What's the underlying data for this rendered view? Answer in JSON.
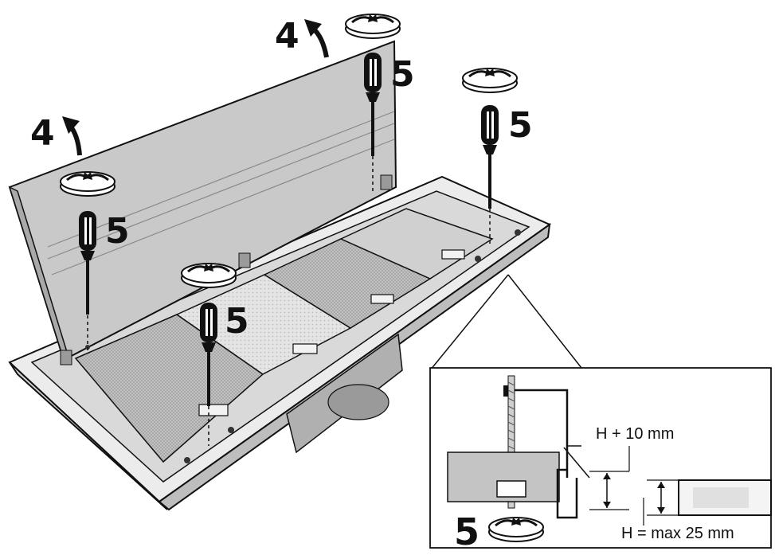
{
  "labels": {
    "step_remove": "4",
    "step_screw": "5"
  },
  "detail": {
    "dimension_top": "H + 10 mm",
    "dimension_bottom": "H = max 25 mm"
  },
  "colors": {
    "line": "#111111",
    "panel": "#c9c9c9",
    "panel_dark": "#a9a9a9",
    "frame": "#e6e6e6",
    "filter": "#bdbdbd"
  },
  "icons": [
    "rotate-arrow-icon",
    "screwdriver-icon",
    "lift-arrow-icon"
  ]
}
